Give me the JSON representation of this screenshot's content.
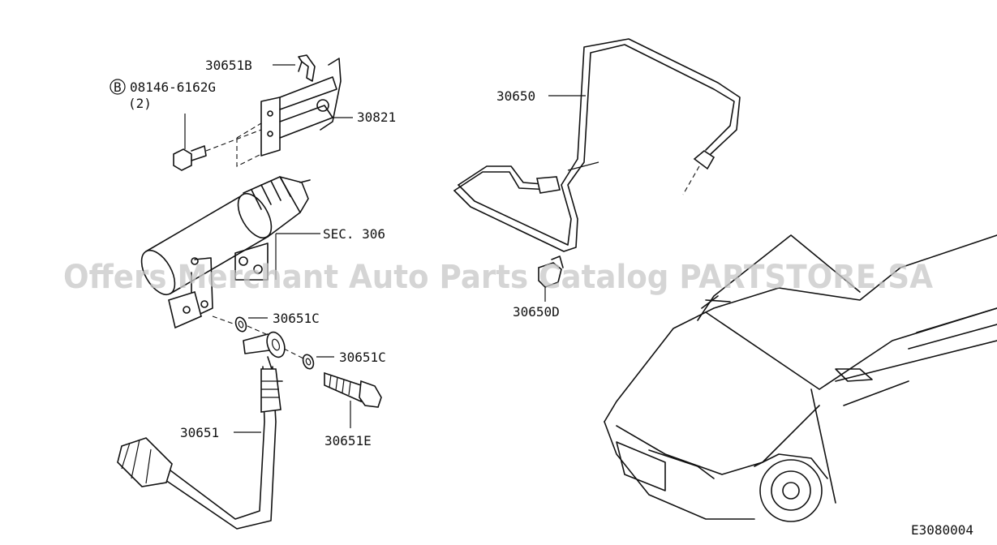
{
  "labels": {
    "p30651B": "30651B",
    "bolt_part": "08146-6162G",
    "bolt_circle": "B",
    "bolt_qty": "(2)",
    "p30821": "30821",
    "sec306": "SEC. 306",
    "p30651C_1": "30651C",
    "p30651C_2": "30651C",
    "p30651": "30651",
    "p30651E": "30651E",
    "p30650": "30650",
    "p30650D": "30650D",
    "diagram_code": "E3080004"
  },
  "watermark": "Offers Merchant Auto Parts Catalog PARTSTORE.SA",
  "colors": {
    "line": "#111111",
    "watermark": "#c8c8c8",
    "background": "#ffffff"
  }
}
